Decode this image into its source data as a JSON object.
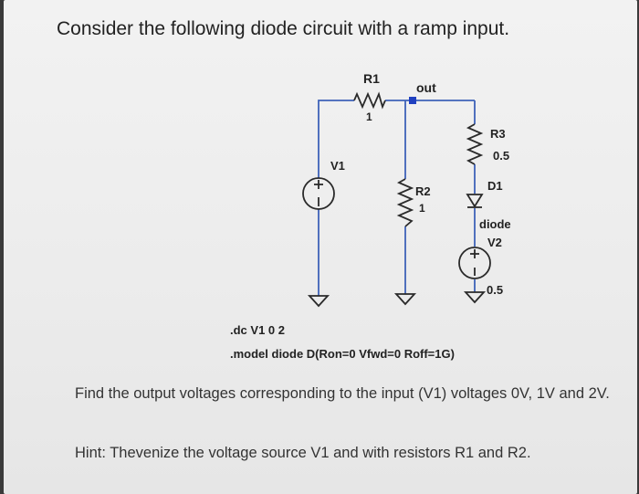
{
  "heading": "Consider the following diode circuit with a ramp input.",
  "labels": {
    "r1": "R1",
    "r1_val": "1",
    "out": "out",
    "v1": "V1",
    "r2": "R2",
    "r2_val": "1",
    "r3": "R3",
    "r3_val": "0.5",
    "d1": "D1",
    "diode": "diode",
    "v2": "V2",
    "v2_val": "0.5"
  },
  "spice": {
    "dc": ".dc V1 0 2",
    "model": ".model diode D(Ron=0 Vfwd=0 Roff=1G)"
  },
  "question": "Find the output voltages corresponding to the input (V1) voltages 0V, 1V and 2V.",
  "hint": "Hint: Thevenize the voltage source V1 and with resistors R1 and R2.",
  "colors": {
    "wire": "#3e62b8",
    "component": "#2a2a2a",
    "node": "#2040c0"
  }
}
